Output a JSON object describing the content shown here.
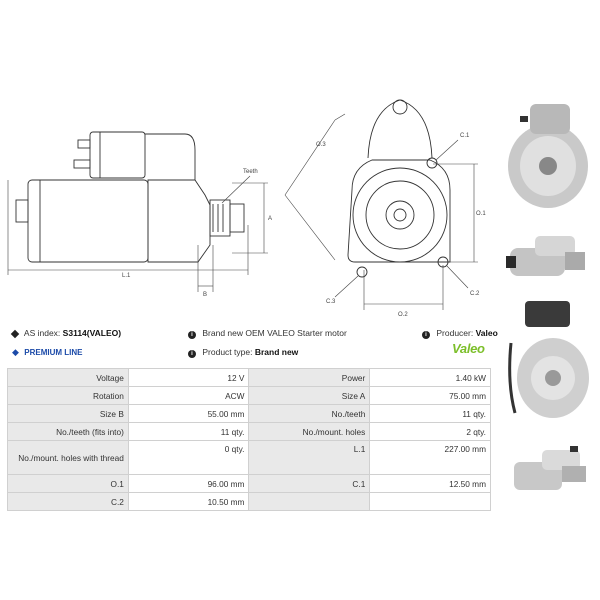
{
  "drawing": {
    "labels": {
      "teeth": "Teeth",
      "a": "A",
      "b": "B",
      "l1": "L.1",
      "o3": "O.3",
      "c1": "C.1",
      "o1": "O.1",
      "c2": "C.2",
      "c3": "C.3",
      "o2": "O.2"
    }
  },
  "info": {
    "as_index_label": "AS index:",
    "as_index_value": "S3114(VALEO)",
    "premium_line": "PREMIUM LINE",
    "description": "Brand new OEM VALEO Starter motor",
    "product_type_label": "Product type:",
    "product_type_value": "Brand new",
    "producer_label": "Producer:",
    "producer_value": "Valeo",
    "brand_logo_text": "Valeo"
  },
  "specs": [
    {
      "l1": "Voltage",
      "v1": "12 V",
      "l2": "Power",
      "v2": "1.40 kW"
    },
    {
      "l1": "Rotation",
      "v1": "ACW",
      "l2": "Size A",
      "v2": "75.00 mm"
    },
    {
      "l1": "Size B",
      "v1": "55.00 mm",
      "l2": "No./teeth",
      "v2": "11 qty."
    },
    {
      "l1": "No./teeth (fits into)",
      "v1": "11 qty.",
      "l2": "No./mount. holes",
      "v2": "2 qty."
    },
    {
      "l1": "No./mount. holes with thread",
      "v1": "0 qty.",
      "l2": "L.1",
      "v2": "227.00 mm"
    },
    {
      "l1": "O.1",
      "v1": "96.00 mm",
      "l2": "C.1",
      "v2": "12.50 mm"
    },
    {
      "l1": "C.2",
      "v1": "10.50 mm",
      "l2": "",
      "v2": ""
    }
  ],
  "colors": {
    "premium": "#1b4aa8",
    "valeo_green": "#7cbf2a",
    "label_bg": "#e9e9e9",
    "border": "#d0d0d0"
  }
}
